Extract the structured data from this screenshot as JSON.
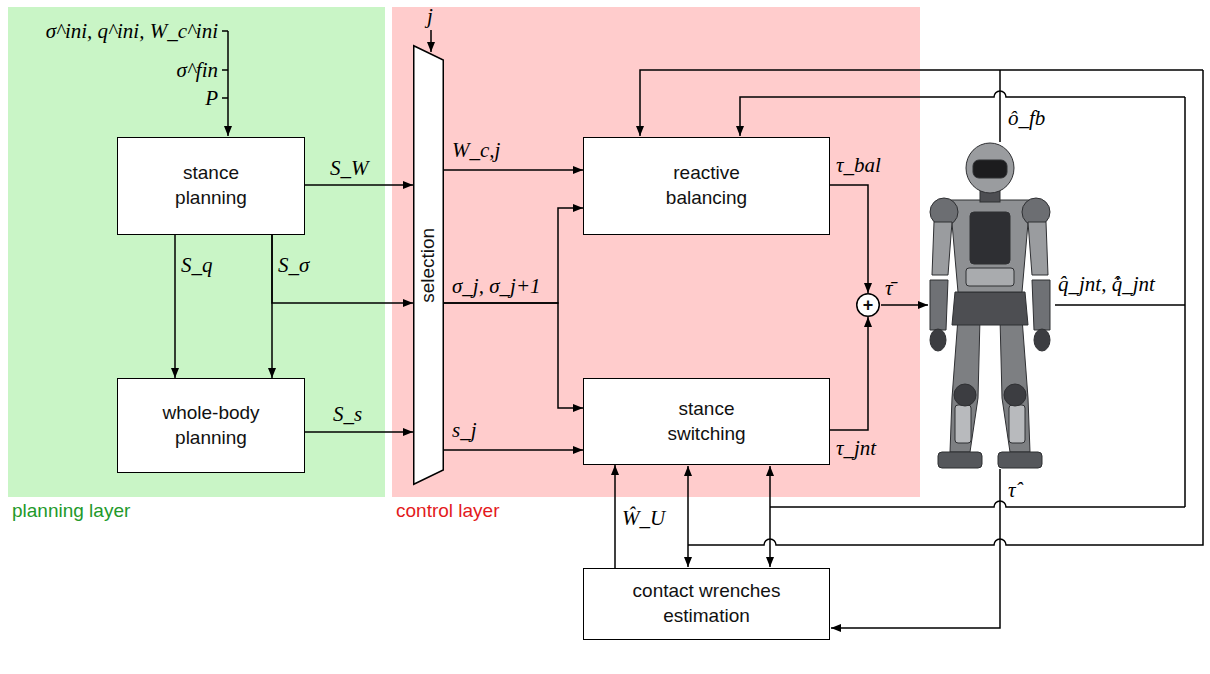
{
  "diagram": {
    "nodes": [
      {
        "text": [
          "planning layer"
        ]
      },
      {
        "text": [
          "control layer"
        ]
      },
      {
        "text": [
          "stance planning"
        ],
        "in": 0
      },
      {
        "text": [
          "whole-body planning"
        ],
        "in": 0
      },
      {
        "text": [
          "selection"
        ],
        "in": 1
      },
      {
        "text": [
          "reactive balancing"
        ],
        "in": 1
      },
      {
        "text": [
          "stance switching"
        ],
        "in": 1
      },
      {
        "text": [
          "+"
        ],
        "in": 1
      },
      {
        "text": [
          "contact wrenches estimation"
        ]
      }
    ],
    "edges": [
      {
        "from": 2,
        "to": 4,
        "arrow": "to",
        "label": "S_W"
      },
      {
        "from": 2,
        "to": 3,
        "arrow": "to",
        "label": "S_q"
      },
      {
        "from": 2,
        "to": 3,
        "arrow": "to",
        "label": "S_σ"
      },
      {
        "from": 2,
        "to": 4,
        "arrow": "to"
      },
      {
        "from": 3,
        "to": 4,
        "arrow": "to",
        "label": "S_s"
      },
      {
        "from": 4,
        "to": 5,
        "arrow": "to",
        "label": "W_c,j"
      },
      {
        "from": 4,
        "to": 5,
        "arrow": "to",
        "label": "σ_j, σ_j+1"
      },
      {
        "from": 4,
        "to": 6,
        "arrow": "to"
      },
      {
        "from": 4,
        "to": 6,
        "arrow": "to",
        "label": "s_j"
      },
      {
        "from": 5,
        "to": 7,
        "arrow": "to",
        "label": "τ_bal"
      },
      {
        "from": 6,
        "to": 7,
        "arrow": "to",
        "label": "τ_jnt"
      },
      {
        "from": 8,
        "to": 6,
        "arrow": "to",
        "label": "Ŵ_U"
      }
    ],
    "labels": [
      "σ^ini, q^ini, W_c^ini",
      "σ^fin",
      "P",
      "j",
      "τ̄",
      "ô_fb",
      "q̂_jnt, q̂̇_jnt",
      "τ̂"
    ]
  }
}
